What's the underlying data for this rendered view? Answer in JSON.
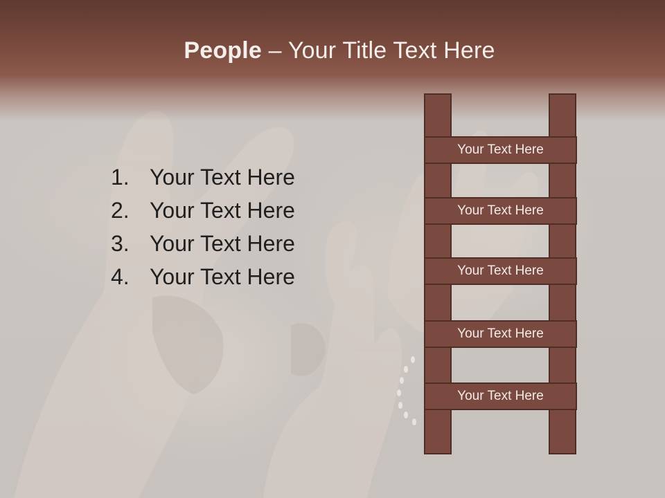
{
  "slide": {
    "title_strong": "People",
    "title_rest": " – Your Title Text Here",
    "list": [
      {
        "number": "1.",
        "text": "Your Text Here"
      },
      {
        "number": "2.",
        "text": "Your Text Here"
      },
      {
        "number": "3.",
        "text": "Your Text Here"
      },
      {
        "number": "4.",
        "text": "Your Text Here"
      }
    ],
    "ladder": [
      "Your Text Here",
      "Your Text Here",
      "Your Text Here",
      "Your Text Here",
      "Your Text Here"
    ]
  },
  "colors": {
    "header": "#7a4a3e",
    "ladder_fill": "#7a4a40",
    "ladder_border": "#4e2e27",
    "background": "#c9c4bf"
  }
}
